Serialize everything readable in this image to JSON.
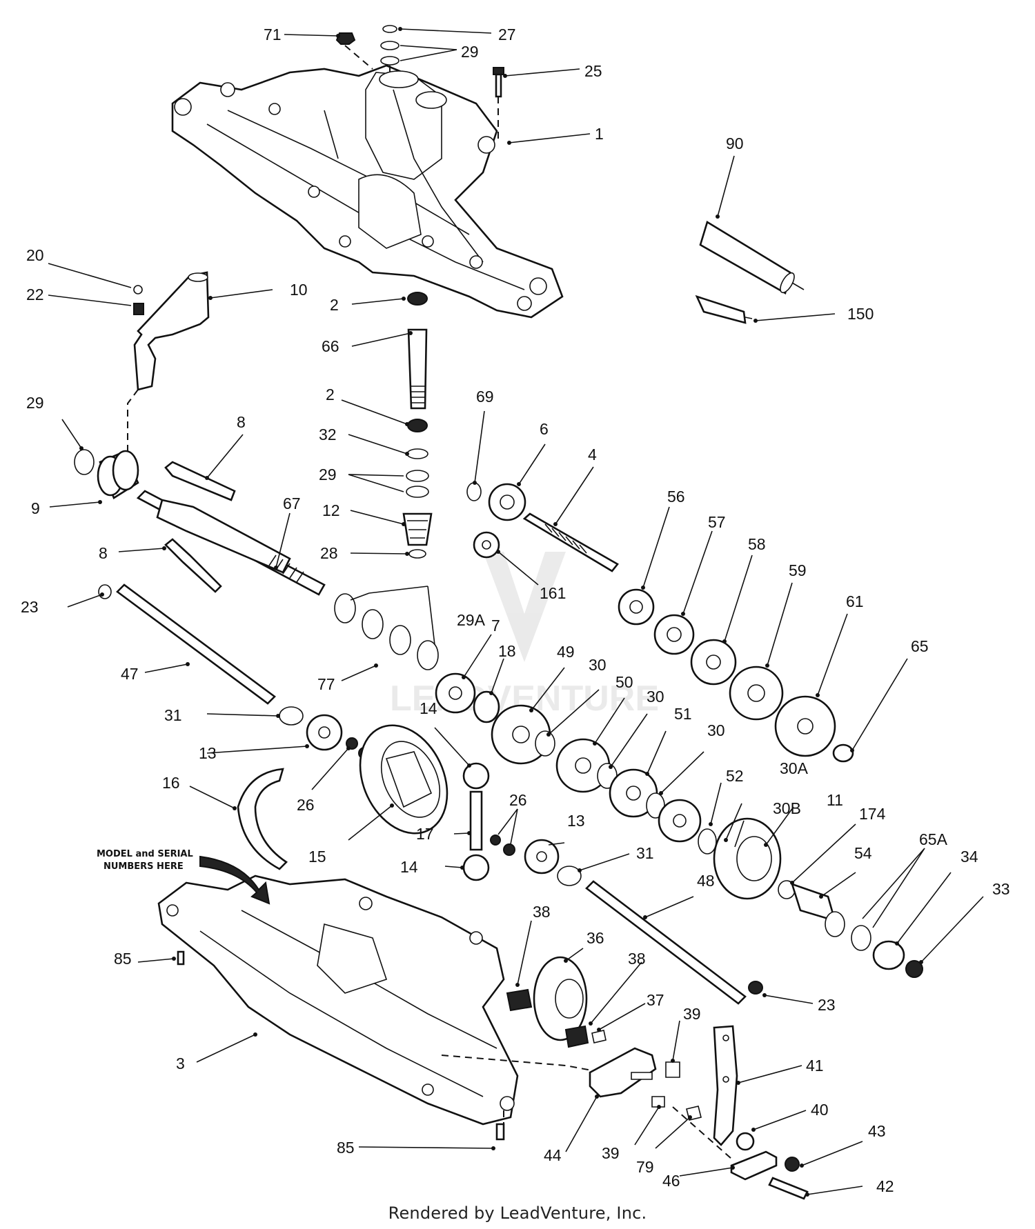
{
  "diagram": {
    "note": {
      "line1": "MODEL and SERIAL",
      "line2": "NUMBERS HERE"
    },
    "watermark": "LEADVENTURE",
    "callouts": [
      {
        "id": "c71",
        "label": "71"
      },
      {
        "id": "c27",
        "label": "27"
      },
      {
        "id": "c29a",
        "label": "29"
      },
      {
        "id": "c25",
        "label": "25"
      },
      {
        "id": "c1",
        "label": "1"
      },
      {
        "id": "c90",
        "label": "90"
      },
      {
        "id": "c150",
        "label": "150"
      },
      {
        "id": "c20",
        "label": "20"
      },
      {
        "id": "c22",
        "label": "22"
      },
      {
        "id": "c10",
        "label": "10"
      },
      {
        "id": "c2a",
        "label": "2"
      },
      {
        "id": "c66",
        "label": "66"
      },
      {
        "id": "c2b",
        "label": "2"
      },
      {
        "id": "c32",
        "label": "32"
      },
      {
        "id": "c29b",
        "label": "29"
      },
      {
        "id": "c12",
        "label": "12"
      },
      {
        "id": "c28",
        "label": "28"
      },
      {
        "id": "c29c",
        "label": "29"
      },
      {
        "id": "c8a",
        "label": "8"
      },
      {
        "id": "c9",
        "label": "9"
      },
      {
        "id": "c8b",
        "label": "8"
      },
      {
        "id": "c67",
        "label": "67"
      },
      {
        "id": "c69",
        "label": "69"
      },
      {
        "id": "c6",
        "label": "6"
      },
      {
        "id": "c4",
        "label": "4"
      },
      {
        "id": "c56",
        "label": "56"
      },
      {
        "id": "c57",
        "label": "57"
      },
      {
        "id": "c58",
        "label": "58"
      },
      {
        "id": "c59",
        "label": "59"
      },
      {
        "id": "c61",
        "label": "61"
      },
      {
        "id": "c65",
        "label": "65"
      },
      {
        "id": "c29A",
        "label": "29A"
      },
      {
        "id": "c161",
        "label": "161"
      },
      {
        "id": "c23a",
        "label": "23"
      },
      {
        "id": "c47",
        "label": "47"
      },
      {
        "id": "c77",
        "label": "77"
      },
      {
        "id": "c7",
        "label": "7"
      },
      {
        "id": "c18",
        "label": "18"
      },
      {
        "id": "c49",
        "label": "49"
      },
      {
        "id": "c30a",
        "label": "30"
      },
      {
        "id": "c50",
        "label": "50"
      },
      {
        "id": "c30b",
        "label": "30"
      },
      {
        "id": "c51",
        "label": "51"
      },
      {
        "id": "c30c",
        "label": "30"
      },
      {
        "id": "c31a",
        "label": "31"
      },
      {
        "id": "c13a",
        "label": "13"
      },
      {
        "id": "c14a",
        "label": "14"
      },
      {
        "id": "c16",
        "label": "16"
      },
      {
        "id": "c26a",
        "label": "26"
      },
      {
        "id": "c26b",
        "label": "26"
      },
      {
        "id": "c52",
        "label": "52"
      },
      {
        "id": "c30A",
        "label": "30A"
      },
      {
        "id": "c30B",
        "label": "30B"
      },
      {
        "id": "c11",
        "label": "11"
      },
      {
        "id": "c174",
        "label": "174"
      },
      {
        "id": "c17",
        "label": "17"
      },
      {
        "id": "c15",
        "label": "15"
      },
      {
        "id": "c13b",
        "label": "13"
      },
      {
        "id": "c31b",
        "label": "31"
      },
      {
        "id": "c14b",
        "label": "14"
      },
      {
        "id": "c48",
        "label": "48"
      },
      {
        "id": "c54",
        "label": "54"
      },
      {
        "id": "c65A",
        "label": "65A"
      },
      {
        "id": "c34",
        "label": "34"
      },
      {
        "id": "c33",
        "label": "33"
      },
      {
        "id": "c38a",
        "label": "38"
      },
      {
        "id": "c36",
        "label": "36"
      },
      {
        "id": "c38b",
        "label": "38"
      },
      {
        "id": "c85a",
        "label": "85"
      },
      {
        "id": "c23b",
        "label": "23"
      },
      {
        "id": "c37",
        "label": "37"
      },
      {
        "id": "c39a",
        "label": "39"
      },
      {
        "id": "c3",
        "label": "3"
      },
      {
        "id": "c41",
        "label": "41"
      },
      {
        "id": "c40",
        "label": "40"
      },
      {
        "id": "c44",
        "label": "44"
      },
      {
        "id": "c39b",
        "label": "39"
      },
      {
        "id": "c43",
        "label": "43"
      },
      {
        "id": "c85b",
        "label": "85"
      },
      {
        "id": "c79",
        "label": "79"
      },
      {
        "id": "c46",
        "label": "46"
      },
      {
        "id": "c42",
        "label": "42"
      }
    ]
  },
  "footer": {
    "credit": "Rendered by LeadVenture, Inc."
  }
}
